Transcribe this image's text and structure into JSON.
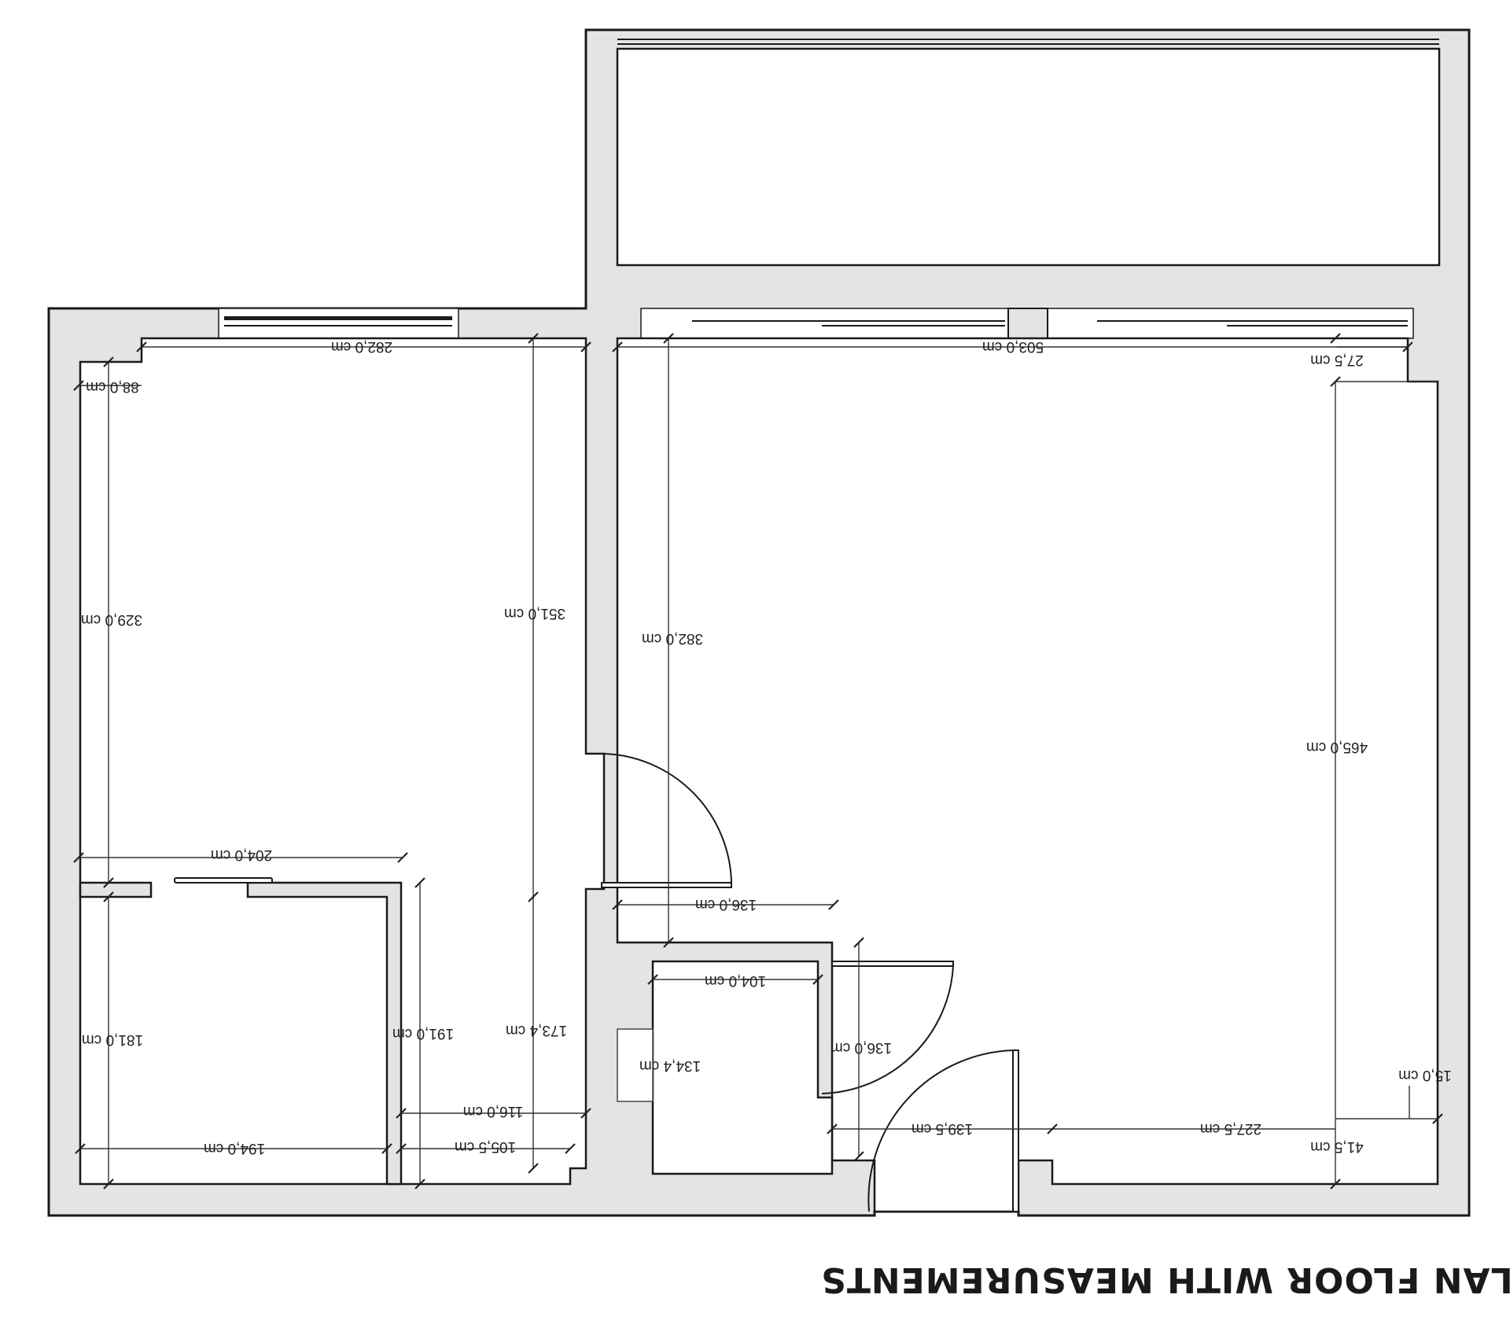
{
  "title": "PLAN FLOOR WITH MEASUREMENTS",
  "measurements": [
    {
      "id": "m1",
      "text": "282,0 cm"
    },
    {
      "id": "m2",
      "text": "503,0 cm"
    },
    {
      "id": "m3",
      "text": "27,5 cm"
    },
    {
      "id": "m4",
      "text": "88,0 cm"
    },
    {
      "id": "m5",
      "text": "329,0 cm"
    },
    {
      "id": "m6",
      "text": "351,0 cm"
    },
    {
      "id": "m7",
      "text": "382,0 cm"
    },
    {
      "id": "m8",
      "text": "465,0 cm"
    },
    {
      "id": "m9",
      "text": "204,0 cm"
    },
    {
      "id": "m10",
      "text": "136,0 cm"
    },
    {
      "id": "m11",
      "text": "104,0 cm"
    },
    {
      "id": "m12",
      "text": "181,0 cm"
    },
    {
      "id": "m13",
      "text": "191,0 cm"
    },
    {
      "id": "m14",
      "text": "173,4 cm"
    },
    {
      "id": "m15",
      "text": "134,4 cm"
    },
    {
      "id": "m16",
      "text": "136,0 cm"
    },
    {
      "id": "m17",
      "text": "116,0 cm"
    },
    {
      "id": "m18",
      "text": "105,5 cm"
    },
    {
      "id": "m19",
      "text": "194,0 cm"
    },
    {
      "id": "m20",
      "text": "139,5 cm"
    },
    {
      "id": "m21",
      "text": "227,5 cm"
    },
    {
      "id": "m22",
      "text": "41,5 cm"
    },
    {
      "id": "m23",
      "text": "15,0 cm"
    }
  ]
}
